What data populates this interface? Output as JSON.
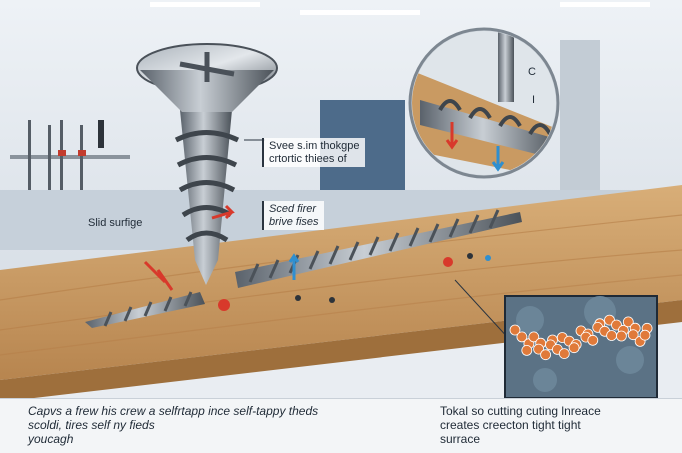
{
  "labels": {
    "thread_label_line1": "Svee s.im thokgpe",
    "thread_label_line2": "crtortic thiees of",
    "surface_label": "Slid surfige",
    "fiber_label_line1": "Sced firer",
    "fiber_label_line2": "brive fises",
    "inset_mark_c": "C",
    "inset_mark_i": "I"
  },
  "captions": {
    "left_line1": "Capvs a frew his crew a selfrtapp ince self-tappy theds",
    "left_line2": "scoldi, tires self ny fieds",
    "left_line3": "youcagh",
    "right_line1": "Tokal so cutting cuting lnreace",
    "right_line2": "creates creecton tight tight",
    "right_line3": "surrace"
  },
  "colors": {
    "wood": "#c99a62",
    "wood_dark": "#9e6f3c",
    "steel": "#8c949c",
    "steel_dark": "#4a5159",
    "arrow_red": "#d8392b",
    "arrow_blue": "#2f8fd0",
    "particle_orange": "#e07a3a",
    "inset_bg": "#5b7285"
  },
  "icons": {
    "screw_head": "phillips-screw-head-icon",
    "force_arrow_red": "red-arrow-icon",
    "force_arrow_blue": "blue-arrow-icon"
  }
}
